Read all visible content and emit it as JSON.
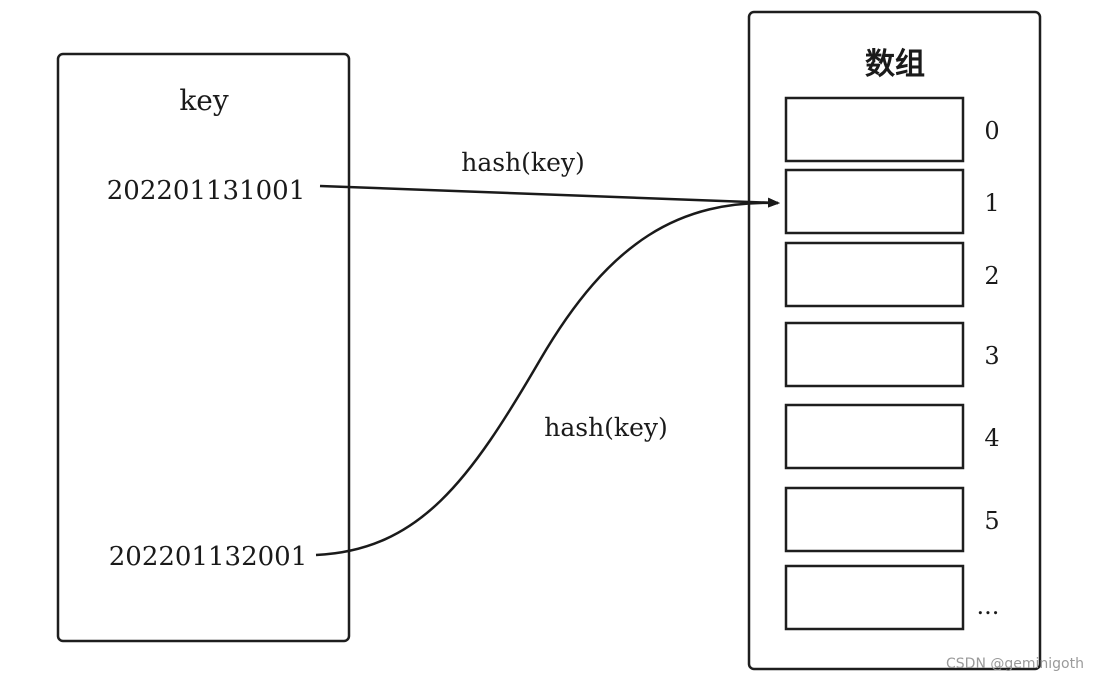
{
  "keys_panel": {
    "title": "key",
    "keys": [
      "202201131001",
      "202201132001"
    ]
  },
  "array_panel": {
    "title": "数组",
    "indices": [
      "0",
      "1",
      "2",
      "3",
      "4",
      "5",
      "..."
    ]
  },
  "mappings": [
    {
      "from": "202201131001",
      "to_index": "1",
      "label": "hash(key)"
    },
    {
      "from": "202201132001",
      "to_index": "1",
      "label": "hash(key)"
    }
  ],
  "watermark": "CSDN @geminigoth"
}
